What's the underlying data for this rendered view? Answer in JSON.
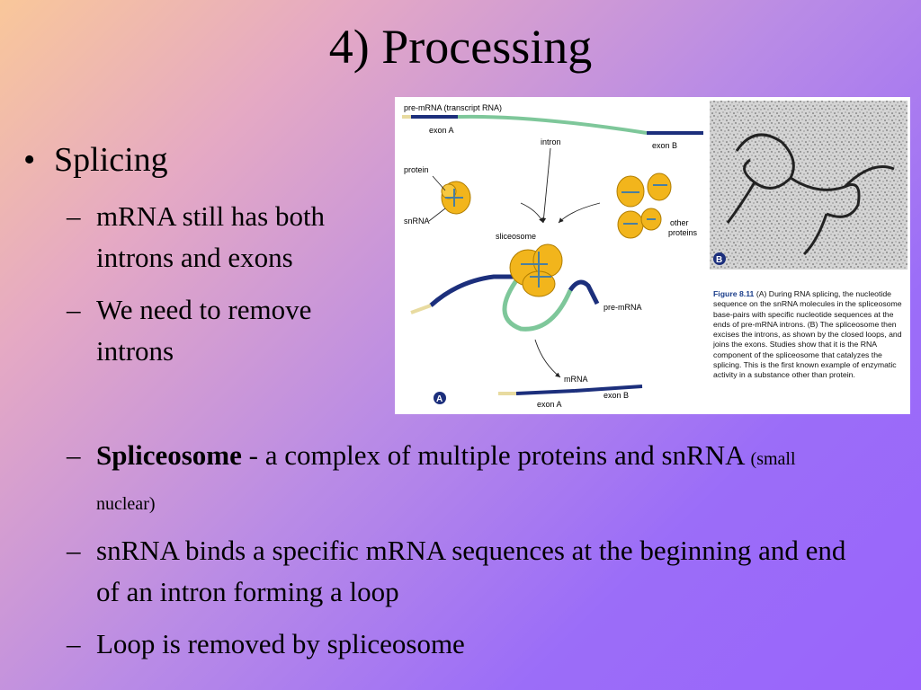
{
  "title": "4) Processing",
  "bullet": {
    "marker": "•",
    "text": "Splicing"
  },
  "subs": [
    {
      "dash": "–",
      "text": "mRNA still has both introns and exons"
    },
    {
      "dash": "–",
      "text": "We need to remove introns"
    },
    {
      "dash": "–",
      "bold": "Spliceosome",
      "text": " - a complex of multiple proteins and snRNA ",
      "small": "(small nuclear)"
    },
    {
      "dash": "–",
      "text": "snRNA binds a specific mRNA sequences at the beginning and end of an intron forming a loop"
    },
    {
      "dash": "–",
      "text": "Loop is removed by spliceosome"
    }
  ],
  "figure": {
    "labels": {
      "pre_mrna": "pre-mRNA (transcript RNA)",
      "exon_a": "exon A",
      "intron": "intron",
      "exon_b": "exon B",
      "protein": "protein",
      "snrna": "snRNA",
      "sliceosome": "sliceosome",
      "other": "other",
      "proteins": "proteins",
      "pre_mrna2": "pre-mRNA",
      "mrna": "mRNA",
      "exon_b2": "exon B",
      "exon_a2": "exon A",
      "panel_a": "A",
      "panel_b": "B"
    },
    "caption_fig": "Figure 8.11",
    "caption_text": "(A) During RNA splicing, the nucleotide sequence on the snRNA molecules in the spliceosome base-pairs with specific nucleotide sequences at the ends of pre-mRNA introns. (B) The spliceosome then excises the introns, as shown by the closed loops, and joins the exons. Studies show that it is the RNA component of the spliceosome that catalyzes the splicing. This is the first known example of enzymatic activity in a substance other than protein.",
    "colors": {
      "exon": "#1c2f7c",
      "intron": "#7ec79a",
      "protein": "#f2b51c",
      "micrograph": "#cfcfcf"
    }
  }
}
